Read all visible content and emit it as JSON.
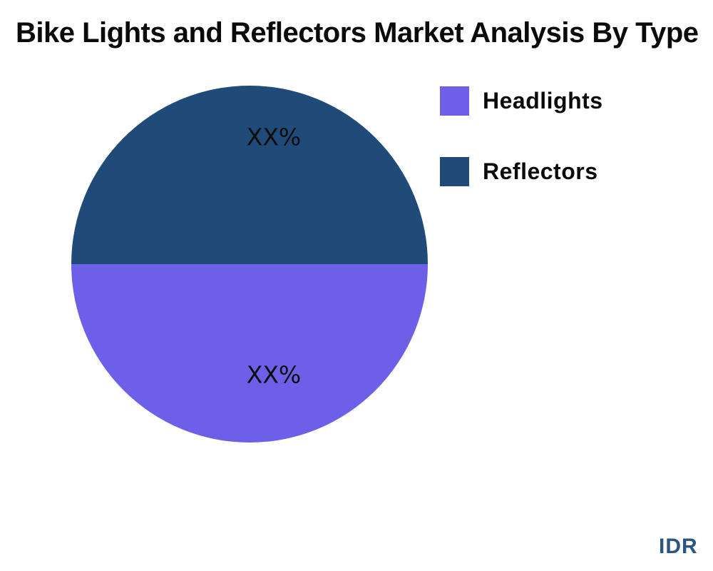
{
  "title": "Bike Lights and Reflectors Market Analysis By Type",
  "watermark": "IDR",
  "colors": {
    "headlights": "#6D60E8",
    "reflectors": "#204A78",
    "watermark": "#2A567F",
    "background": "#ffffff",
    "text": "#0a0a0a"
  },
  "chart_data": {
    "type": "pie",
    "title": "Bike Lights and Reflectors Market Analysis By Type",
    "slices": [
      {
        "label": "Reflectors",
        "value": 50,
        "display_value": "XX%",
        "color": "#204A78",
        "position": "top-half"
      },
      {
        "label": "Headlights",
        "value": 50,
        "display_value": "XX%",
        "color": "#6D60E8",
        "position": "bottom-half"
      }
    ],
    "legend": {
      "position": "upper-right",
      "items": [
        {
          "label": "Headlights",
          "color": "#6D60E8"
        },
        {
          "label": "Reflectors",
          "color": "#204A78"
        }
      ]
    },
    "grid": false,
    "axes": false
  }
}
